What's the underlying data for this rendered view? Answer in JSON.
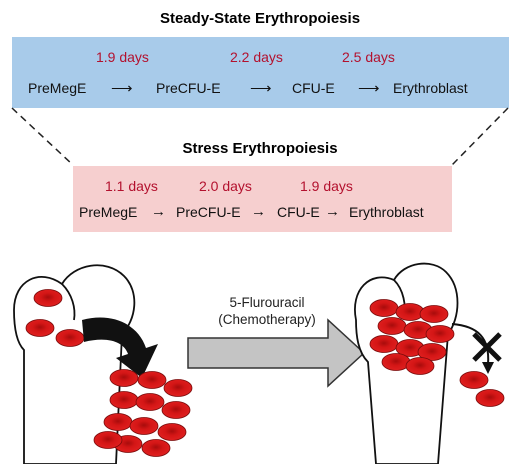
{
  "steady": {
    "title": "Steady-State Erythropoiesis",
    "stages": [
      "PreMegE",
      "PreCFU-E",
      "CFU-E",
      "Erythroblast"
    ],
    "days": [
      "1.9 days",
      "2.2 days",
      "2.5 days"
    ],
    "bg_color": "#a8cbea"
  },
  "stress": {
    "title": "Stress Erythropoiesis",
    "stages": [
      "PreMegE",
      "PreCFU-E",
      "CFU-E",
      "Erythroblast"
    ],
    "days": [
      "1.1 days",
      "2.0 days",
      "1.9 days"
    ],
    "bg_color": "#f6cfcf"
  },
  "treatment": {
    "line1": "5-Flurouracil",
    "line2": "(Chemotherapy)"
  },
  "colors": {
    "days_text": "#b3112e",
    "rbc": "#d41616",
    "arrow_fill": "#c4c4c4"
  },
  "icons": [
    "bone-icon",
    "red-blood-cell-icon",
    "curved-arrow-icon",
    "block-x-icon"
  ]
}
